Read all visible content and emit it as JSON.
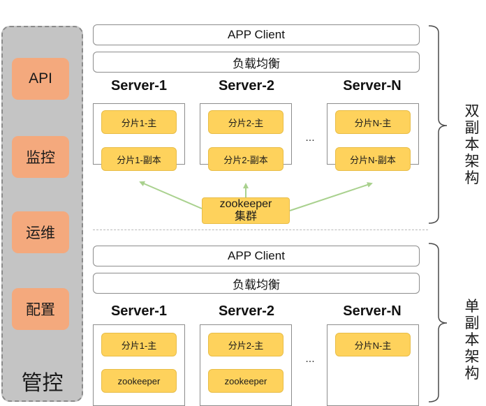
{
  "management": {
    "title": "管控",
    "buttons": [
      "API",
      "监控",
      "运维",
      "配置"
    ]
  },
  "dual": {
    "label": "双\n副\n本\n架\n构",
    "client": "APP Client",
    "lb": "负载均衡",
    "servers": [
      "Server-1",
      "Server-2",
      "Server-N"
    ],
    "shards": [
      [
        "分片1-主",
        "分片1-副本"
      ],
      [
        "分片2-主",
        "分片2-副本"
      ],
      [
        "分片N-主",
        "分片N-副本"
      ]
    ],
    "ellipsis": "...",
    "zk_line1": "zookeeper",
    "zk_line2": "集群"
  },
  "single": {
    "label": "单\n副\n本\n架\n构",
    "client": "APP Client",
    "lb": "负载均衡",
    "servers": [
      "Server-1",
      "Server-2",
      "Server-N"
    ],
    "shards": [
      [
        "分片1-主",
        "zookeeper"
      ],
      [
        "分片2-主",
        "zookeeper"
      ],
      [
        "分片N-主"
      ]
    ],
    "ellipsis": "..."
  },
  "colors": {
    "panel": "#c4c4c4",
    "side_button": "#f4a97d",
    "shard": "#fed25c",
    "arrow": "#a9d18e"
  }
}
